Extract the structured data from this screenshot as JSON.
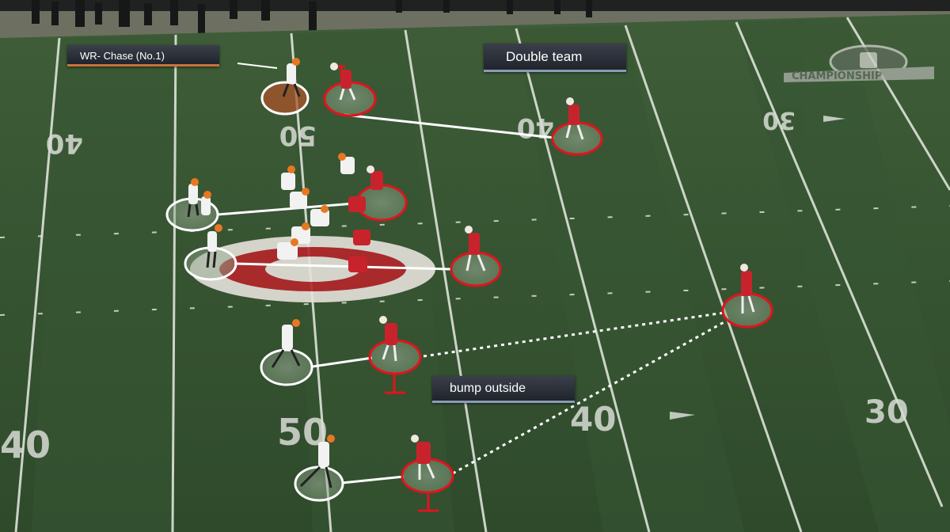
{
  "annotations": {
    "wr_label": "WR- Chase (No.1)",
    "double_team_label": "Double team",
    "bump_label": "bump outside"
  },
  "field": {
    "yard_numbers": [
      "40",
      "50",
      "40",
      "30",
      "40",
      "50",
      "40",
      "30"
    ],
    "logo_text": "CHAMPIONSHIP"
  },
  "colors": {
    "turf": "#3b5a35",
    "offense_ring": "#ffffff",
    "defense_ring": "#e0141c",
    "offense_uniform": "#f2f2f2",
    "defense_uniform": "#c8232c",
    "callout_bg": "#2b2f38"
  }
}
